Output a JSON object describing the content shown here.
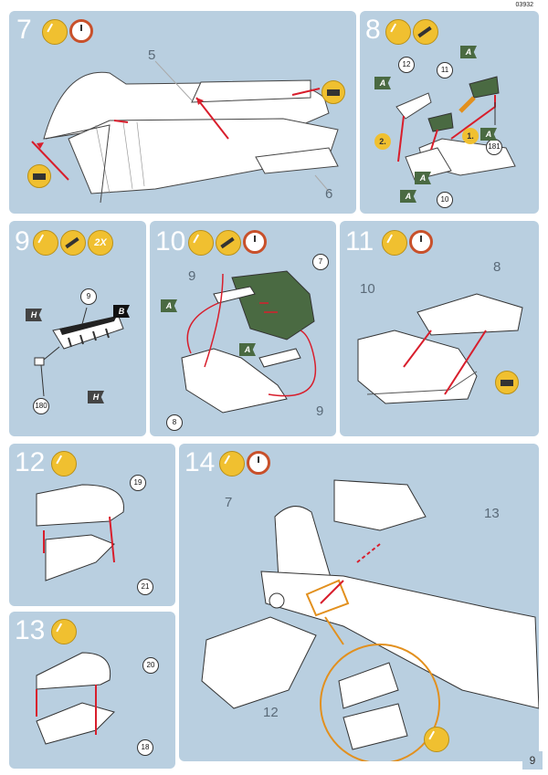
{
  "product_code": "03932",
  "page_number": "9",
  "colors": {
    "panel": "#b9cfe0",
    "arrow": "#d81e2c",
    "glue": "#f0c030",
    "paint_a": "#4a6a42",
    "orange": "#e2901e"
  },
  "steps": [
    {
      "num": "7",
      "labels": [
        "5",
        "6"
      ],
      "icons": [
        "glue-icon",
        "clock-icon",
        "clamp-icon"
      ]
    },
    {
      "num": "8",
      "callouts": [
        "12",
        "11",
        "181",
        "10"
      ],
      "flags": [
        "A",
        "A",
        "A",
        "A",
        "A"
      ],
      "badges": [
        "2.",
        "1."
      ],
      "icons": [
        "glue-icon",
        "paint-icon"
      ]
    },
    {
      "num": "9",
      "callouts": [
        "9",
        "180"
      ],
      "flags": [
        "H",
        "B",
        "H"
      ],
      "icons": [
        "glue-icon",
        "paint-icon"
      ],
      "badge": "2X"
    },
    {
      "num": "10",
      "labels": [
        "9",
        "9"
      ],
      "callouts": [
        "7",
        "8"
      ],
      "flags": [
        "A",
        "A"
      ],
      "icons": [
        "glue-icon",
        "paint-icon",
        "clock-icon"
      ]
    },
    {
      "num": "11",
      "labels": [
        "10",
        "8"
      ],
      "icons": [
        "glue-icon",
        "clock-icon",
        "clamp-icon"
      ]
    },
    {
      "num": "12",
      "callouts": [
        "19",
        "21"
      ],
      "icons": [
        "glue-icon"
      ]
    },
    {
      "num": "13",
      "callouts": [
        "20",
        "18"
      ],
      "icons": [
        "glue-icon"
      ]
    },
    {
      "num": "14",
      "labels": [
        "7",
        "13",
        "12"
      ],
      "icons": [
        "glue-icon",
        "clock-icon",
        "asterisk-icon"
      ]
    }
  ]
}
